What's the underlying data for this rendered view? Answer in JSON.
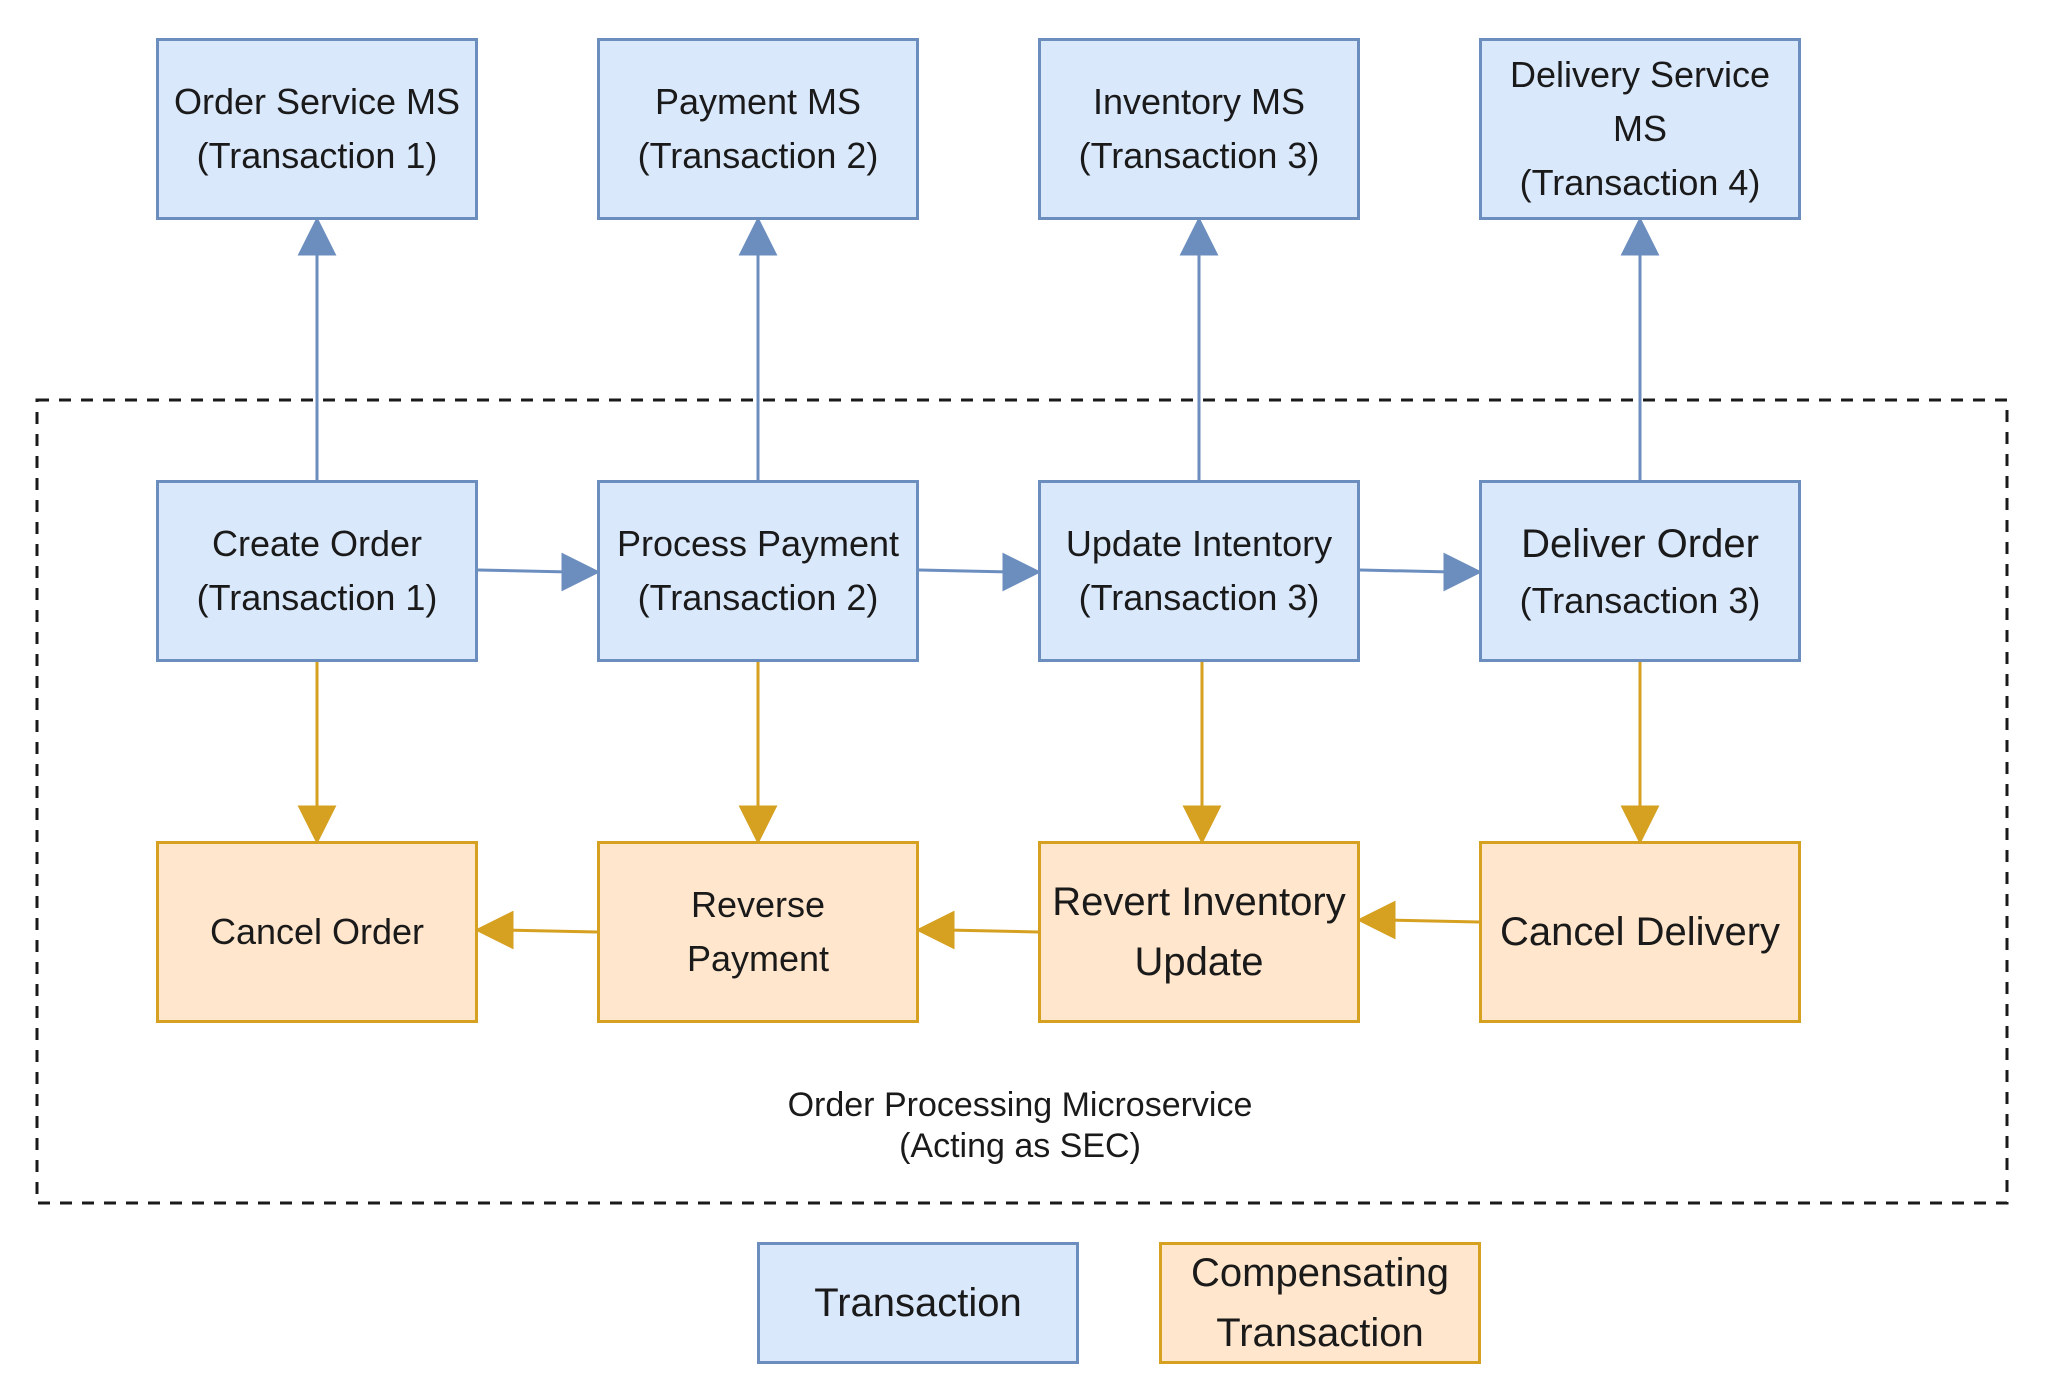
{
  "colors": {
    "transaction_fill": "#dae8fc",
    "transaction_stroke": "#6c8ebf",
    "compensating_fill": "#ffe6cc",
    "compensating_stroke": "#d6a020"
  },
  "services": [
    {
      "line1": "Order Service MS",
      "line2": "(Transaction 1)"
    },
    {
      "line1": "Payment MS",
      "line2": "(Transaction 2)"
    },
    {
      "line1": "Inventory MS",
      "line2": "(Transaction 3)"
    },
    {
      "line1": "Delivery Service",
      "line2": "MS",
      "line3": "(Transaction 4)"
    }
  ],
  "transactions": [
    {
      "line1": "Create Order",
      "line2": "(Transaction 1)"
    },
    {
      "line1": "Process Payment",
      "line2": "(Transaction 2)"
    },
    {
      "line1": "Update Intentory",
      "line2": "(Transaction 3)"
    },
    {
      "line1": "Deliver Order",
      "line2": "(Transaction 3)"
    }
  ],
  "compensations": [
    {
      "line1": "Cancel Order"
    },
    {
      "line1": "Reverse",
      "line2": "Payment"
    },
    {
      "line1": "Revert Inventory",
      "line2": "Update"
    },
    {
      "line1": "Cancel Delivery"
    }
  ],
  "container": {
    "line1": "Order Processing Microservice",
    "line2": "(Acting as SEC)"
  },
  "legend": {
    "transaction": "Transaction",
    "compensating_line1": "Compensating",
    "compensating_line2": "Transaction"
  }
}
